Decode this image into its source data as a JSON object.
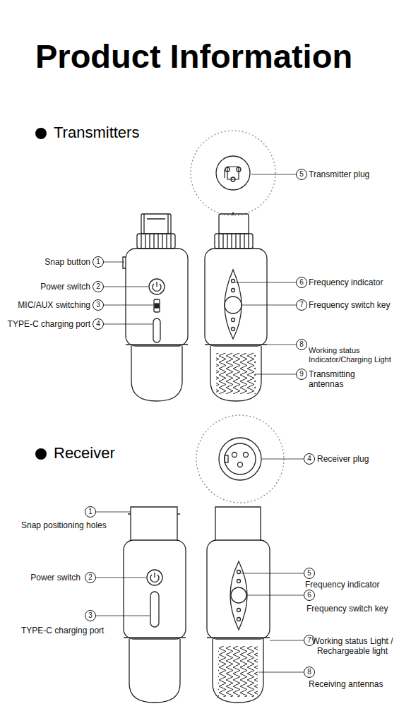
{
  "diagram": {
    "title": "Product Information",
    "labels": [
      "Transmitters",
      "5",
      "Transmitter plug",
      "1",
      "Snap button",
      "2",
      "Power switch",
      "3",
      "MIC/AUX switching",
      "4",
      "TYPE-C charging port",
      "6",
      "Frequency indicator",
      "7",
      "Frequency switch key",
      "8",
      "Working status Indicator/Charging Light",
      "9",
      "Transmitting antennas",
      "Receiver",
      "4",
      "Receiver plug",
      "1",
      "Snap positioning holes",
      "2",
      "Power switch",
      "3",
      "TYPE-C charging port",
      "5",
      "Frequency indicator",
      "6",
      "Frequency switch key",
      "7",
      "Working status Light / Rechargeable light",
      "8",
      "Receiving antennas"
    ]
  }
}
